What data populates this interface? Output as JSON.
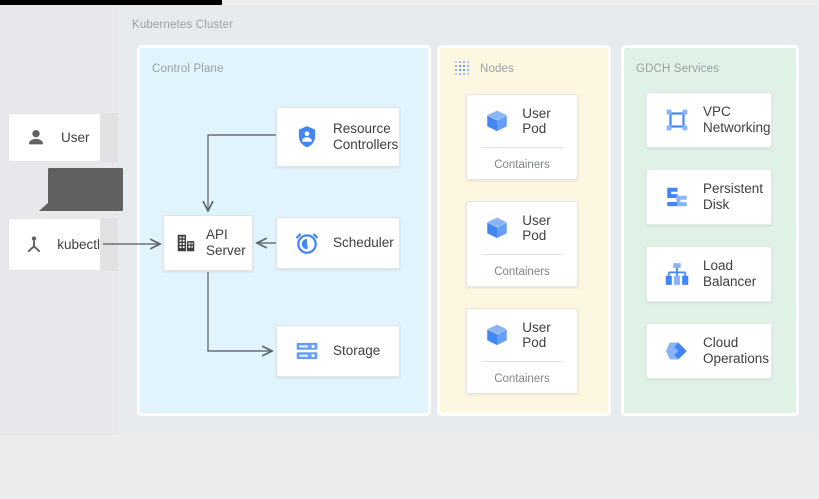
{
  "page": {
    "background_color": "#ececec",
    "surface_color": "#e8ebee",
    "left_pane_color": "#e9e7ec",
    "cluster_label": "Kubernetes Cluster"
  },
  "actors": [
    {
      "id": "user",
      "label": "User",
      "icon": "person-icon"
    },
    {
      "id": "kubectl",
      "label": "kubectl",
      "icon": "kubectl-icon"
    }
  ],
  "tooltip": {
    "text": "",
    "color": "#616161"
  },
  "panels": {
    "control_plane": {
      "title": "Control Plane",
      "color": "#e1f3fd",
      "cards": [
        {
          "id": "resource-controllers",
          "label": "Resource\nControllers",
          "icon": "shield-person-icon"
        },
        {
          "id": "api-server",
          "label": "API\nServer",
          "icon": "api-server-icon"
        },
        {
          "id": "scheduler",
          "label": "Scheduler",
          "icon": "alarm-clock-icon"
        },
        {
          "id": "storage",
          "label": "Storage",
          "icon": "storage-icon"
        }
      ]
    },
    "nodes": {
      "title": "Nodes",
      "color": "#fdf6e0",
      "icon": "dotted-grid-icon",
      "pods": [
        {
          "id": "pod-0",
          "label": "User Pod",
          "sub_label": "Containers",
          "icon": "cube-icon"
        },
        {
          "id": "pod-1",
          "label": "User Pod",
          "sub_label": "Containers",
          "icon": "cube-icon"
        },
        {
          "id": "pod-2",
          "label": "User Pod",
          "sub_label": "Containers",
          "icon": "cube-icon"
        }
      ]
    },
    "gdch_services": {
      "title": "GDCH Services",
      "color": "#e0f1e6",
      "services": [
        {
          "id": "svc-0",
          "label": "VPC\nNetworking",
          "icon": "vpc-networking-icon"
        },
        {
          "id": "svc-1",
          "label": "Persistent\nDisk",
          "icon": "persistent-disk-icon"
        },
        {
          "id": "svc-2",
          "label": "Load\nBalancer",
          "icon": "load-balancer-icon"
        },
        {
          "id": "svc-3",
          "label": "Cloud\nOperations",
          "icon": "cloud-operations-icon"
        }
      ]
    }
  },
  "connections": [
    {
      "from": "kubectl",
      "to": "api-server"
    },
    {
      "from": "resource-controllers",
      "to": "api-server"
    },
    {
      "from": "scheduler",
      "to": "api-server"
    },
    {
      "from": "api-server",
      "to": "storage"
    }
  ],
  "colors": {
    "accent_blue": "#4285f4",
    "light_blue": "#8ab4f8",
    "connector": "#5f6368",
    "text": "#3c4043",
    "muted_text": "#9aa0a6"
  }
}
